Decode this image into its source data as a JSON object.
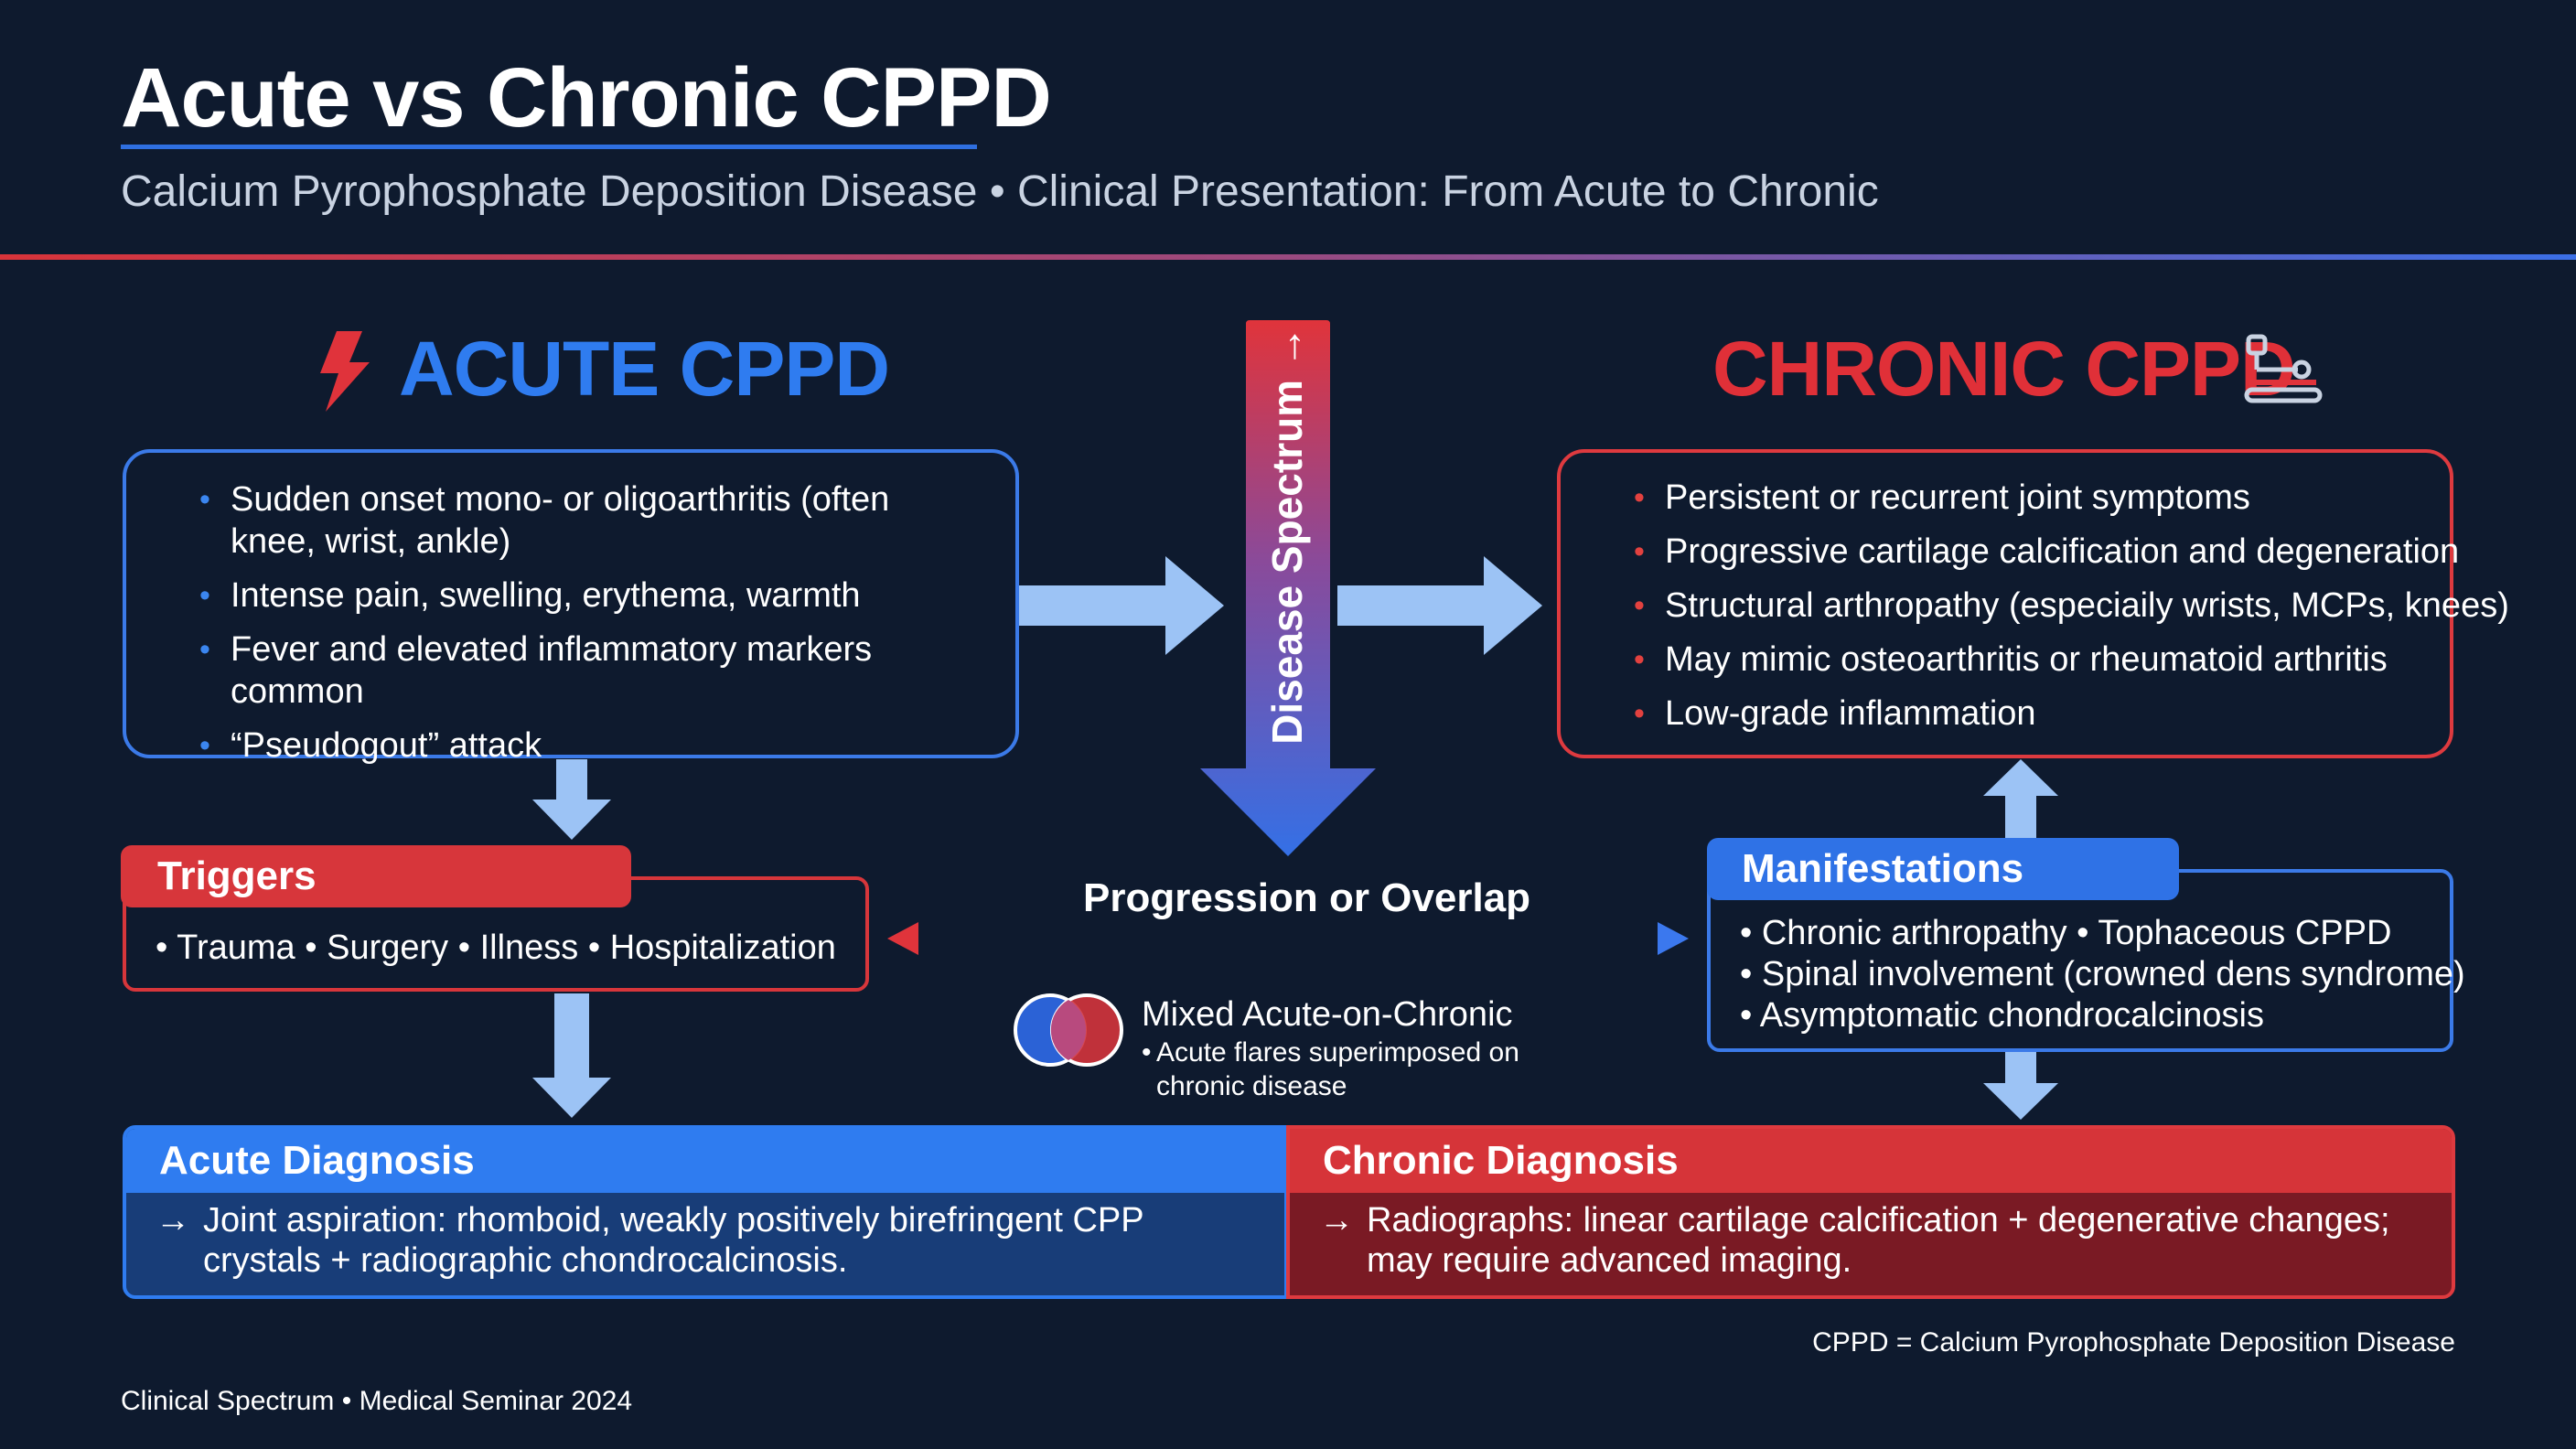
{
  "header": {
    "title": "Acute vs Chronic CPPD",
    "subtitle": "Calcium Pyrophosphate Deposition Disease • Clinical Presentation: From Acute to Chronic"
  },
  "acute": {
    "heading": "ACUTE CPPD",
    "icon": "lightning-bolt-icon",
    "items": [
      "Sudden onset mono- or oligoarthritis (often knee, wrist, ankle)",
      "Intense pain, swelling, erythema, warmth",
      "Fever and elevated inflammatory markers common",
      "“Pseudogout” attack"
    ]
  },
  "chronic": {
    "heading": "CHRONIC CPPD",
    "icon": "tools-icon",
    "items": [
      "Persistent or recurrent joint symptoms",
      "Progressive cartilage calcification and degeneration",
      "Structural arthropathy (especiaily wrists, MCPs, knees)",
      "May mimic osteoarthritis or rheumatoid arthritis",
      "Low-grade inflammation"
    ]
  },
  "spectrum": {
    "label": "Disease Spectrum →"
  },
  "triggers": {
    "title": "Triggers",
    "text": "• Trauma • Surgery • Illness • Hospitalization"
  },
  "manifestations": {
    "title": "Manifestations",
    "lines": [
      "• Chronic arthropathy • Tophaceous CPPD",
      "• Spinal involvement (crowned dens syndrome)",
      "• Asymptomatic chondrocalcinosis"
    ]
  },
  "overlap": {
    "label": "Progression or Overlap",
    "mixed_title": "Mixed Acute-on-Chronic",
    "mixed_desc_1": "Acute flares superimposed on",
    "mixed_desc_2": "chronic disease"
  },
  "acute_diagnosis": {
    "title": "Acute Diagnosis",
    "arrow": "→",
    "text": "Joint aspiration: rhomboid, weakly positively birefringent CPP crystals + radiographic chondrocalcinosis."
  },
  "chronic_diagnosis": {
    "title": "Chronic Diagnosis",
    "arrow": "→",
    "text": "Radiographs: linear cartilage calcification + degenerative changes; may require advanced imaging."
  },
  "footer": {
    "abbreviation": "CPPD = Calcium Pyrophosphate Deposition Disease",
    "credit": "Clinical Spectrum • Medical Seminar 2024"
  },
  "colors": {
    "background": "#0e1a2e",
    "acute_blue": "#2f7cf0",
    "chronic_red": "#de3a3f",
    "arrow_light_blue": "#9cc3f5"
  }
}
